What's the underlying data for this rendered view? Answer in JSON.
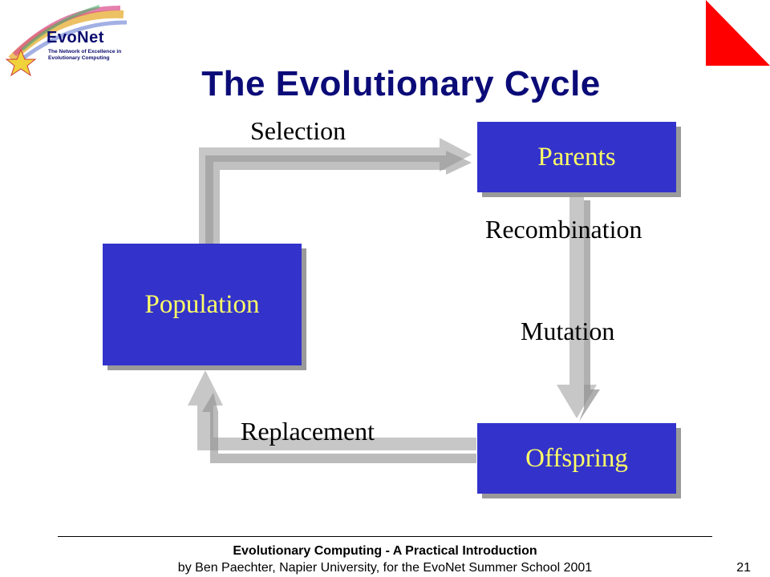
{
  "logo": {
    "name": "EvoNet",
    "tagline": "The Network of Excellence in Evolutionary Computing"
  },
  "slide": {
    "title": "The Evolutionary Cycle"
  },
  "diagram": {
    "nodes": {
      "parents": "Parents",
      "population": "Population",
      "offspring": "Offspring"
    },
    "edges": {
      "selection": "Selection",
      "recombination": "Recombination",
      "mutation": "Mutation",
      "replacement": "Replacement"
    }
  },
  "footer": {
    "title": "Evolutionary Computing - A Practical Introduction",
    "credit": "by Ben Paechter, Napier University, for the EvoNet Summer School 2001",
    "page_number": "21"
  },
  "colors": {
    "box_fill": "#3333cc",
    "box_text": "#ffff66",
    "title_text": "#0b0b78",
    "arrow": "#a6a6a6",
    "corner_triangle": "#ff0000"
  }
}
